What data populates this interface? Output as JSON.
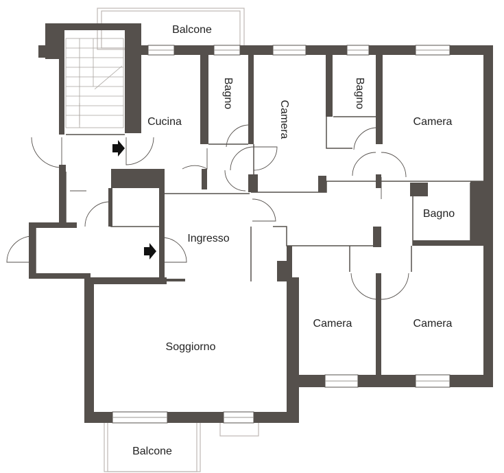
{
  "plan": {
    "rooms": {
      "balcone_top": "Balcone",
      "cucina": "Cucina",
      "bagno_1": "Bagno",
      "camera_1": "Camera",
      "bagno_2": "Bagno",
      "camera_2": "Camera",
      "bagno_3": "Bagno",
      "ingresso": "Ingresso",
      "soggiorno": "Soggiorno",
      "camera_3": "Camera",
      "camera_4": "Camera",
      "balcone_bottom": "Balcone"
    },
    "colors": {
      "wall": "#55504c",
      "background": "#ffffff",
      "balcony_outline": "#bdb8b3",
      "arrow": "#111111"
    }
  }
}
